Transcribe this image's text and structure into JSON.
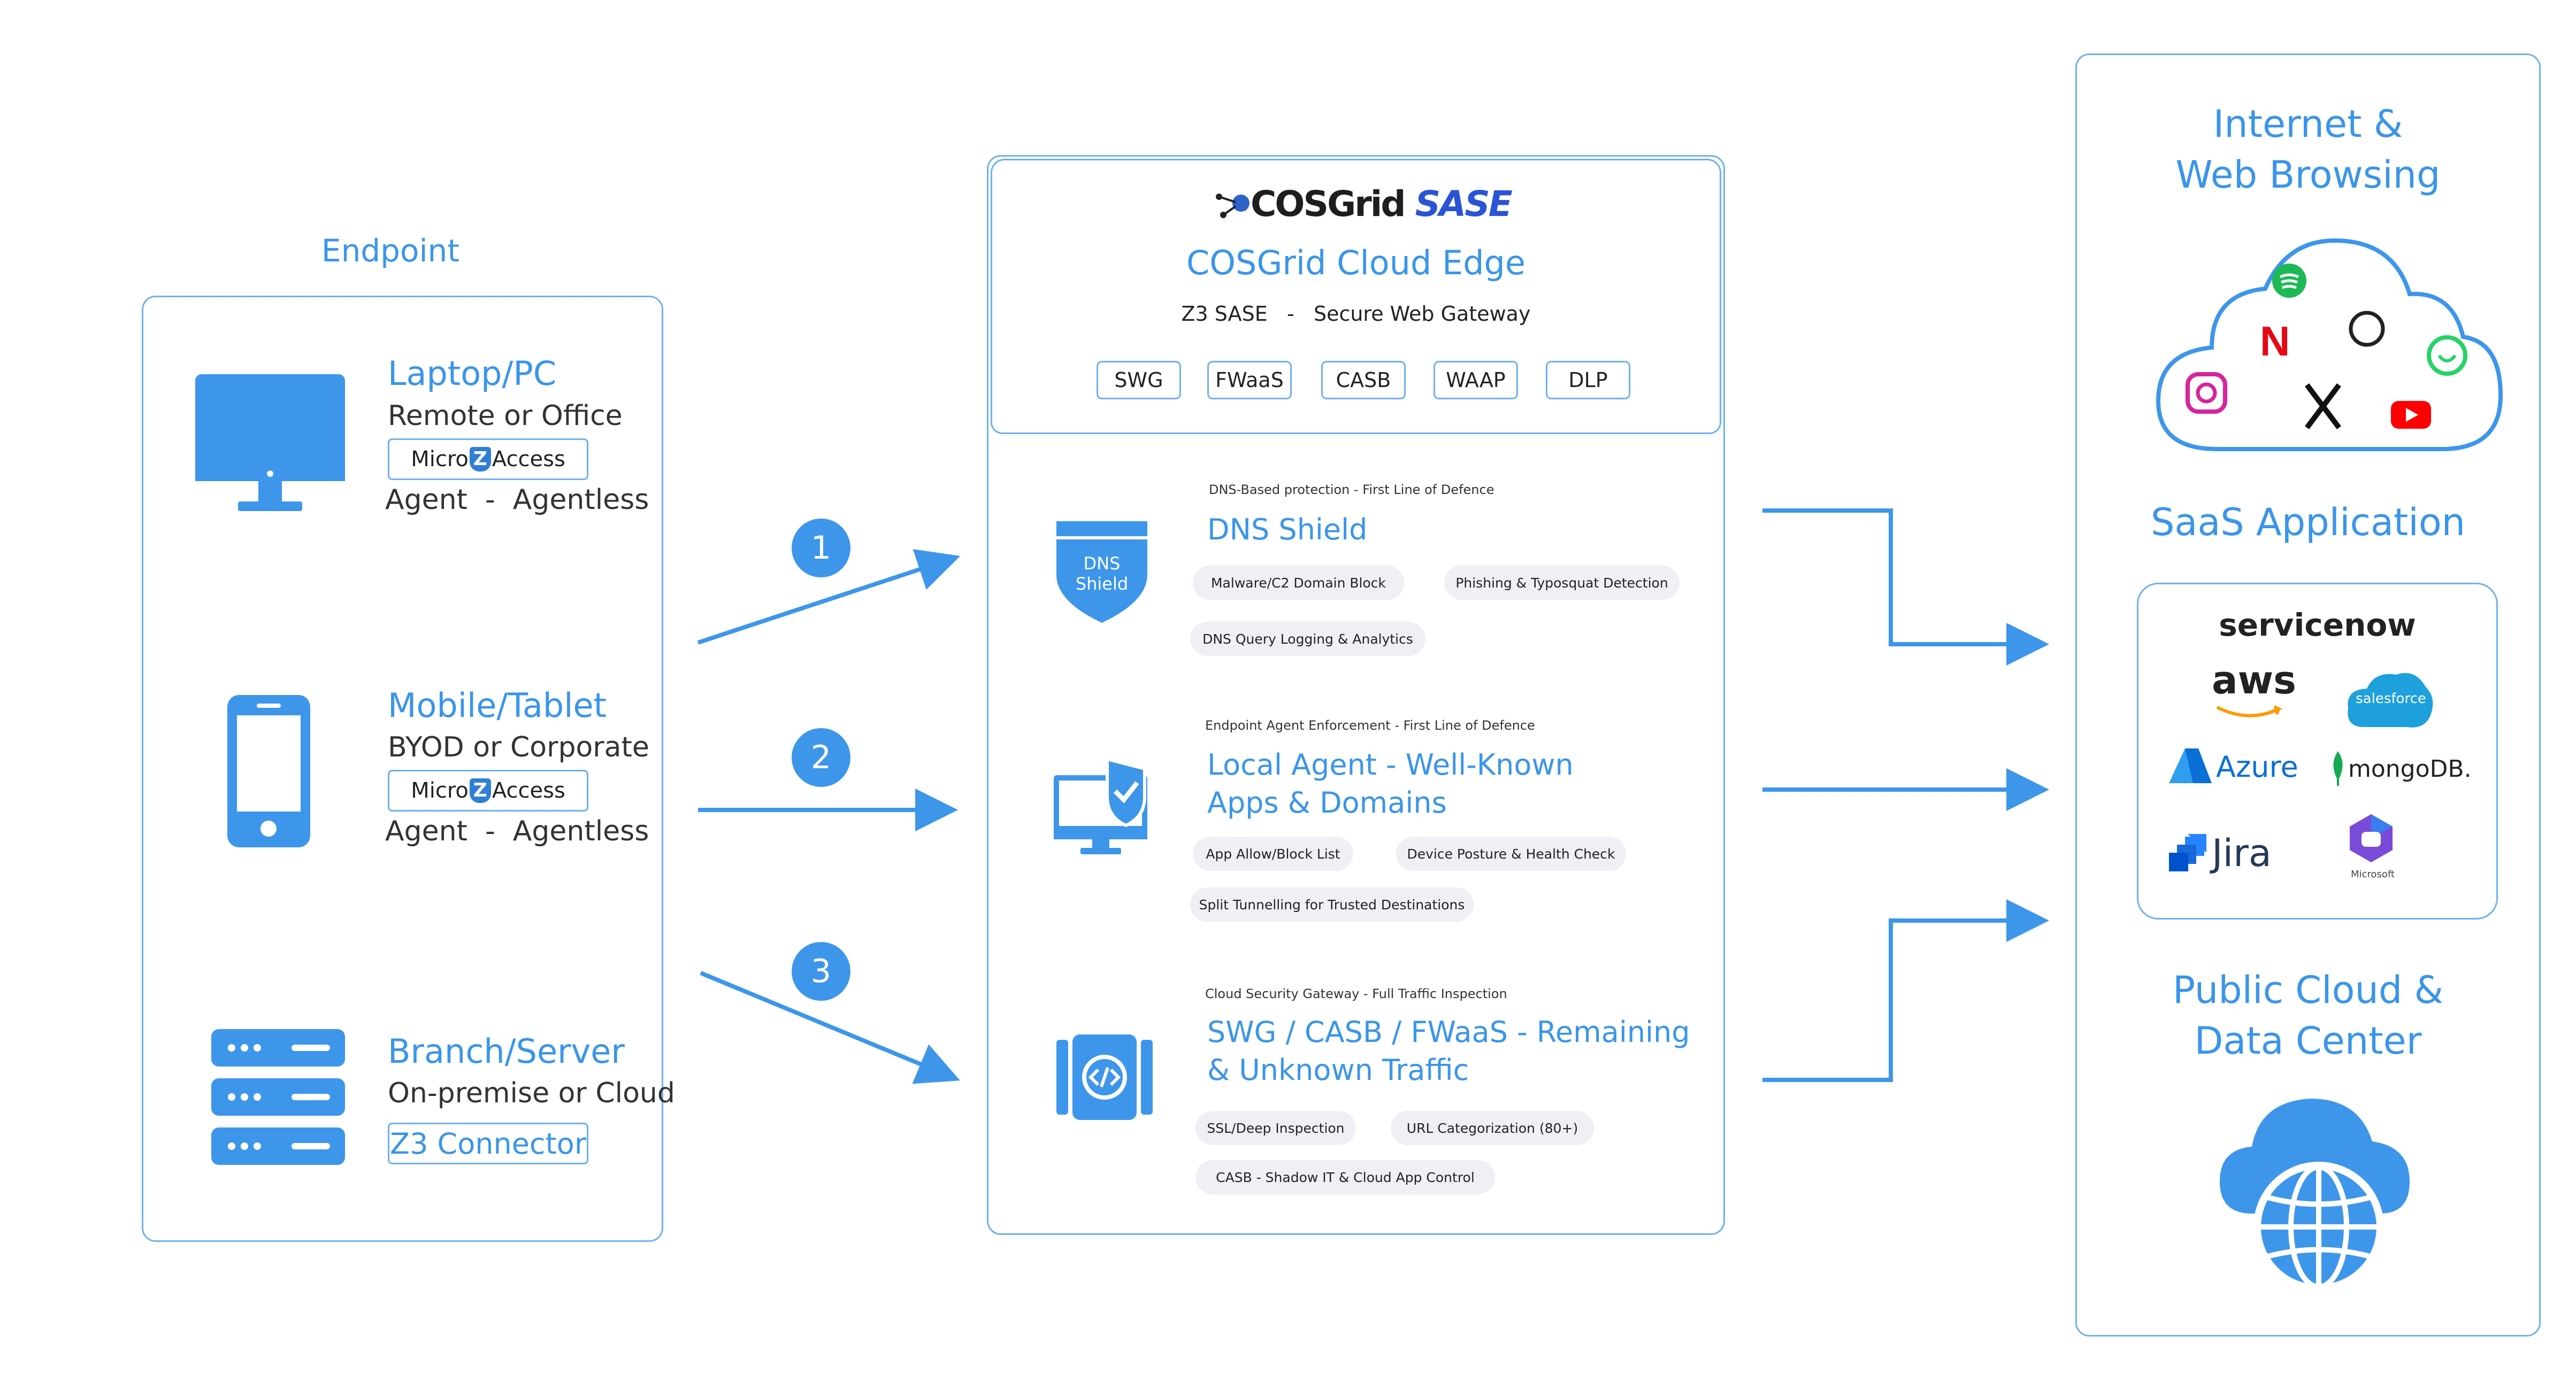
{
  "endpoint": {
    "title": "Endpoint",
    "devices": [
      {
        "title": "Laptop/PC",
        "subtitle": "Remote or Office",
        "badge_left": "Micro",
        "badge_z": "Z",
        "badge_right": "Access",
        "mode": "Agent  -  Agentless"
      },
      {
        "title": "Mobile/Tablet",
        "subtitle": "BYOD or Corporate",
        "badge_left": "Micro",
        "badge_z": "Z",
        "badge_right": "Access",
        "mode": "Agent  -  Agentless"
      },
      {
        "title": "Branch/Server",
        "subtitle": "On-premise or Cloud",
        "badge": "Z3 Connector"
      }
    ]
  },
  "flow_steps": [
    "1",
    "2",
    "3"
  ],
  "edge": {
    "logo_text": "COSGrid",
    "logo_sase": "SASE",
    "title": "COSGrid Cloud Edge",
    "subtitle": "Z3 SASE   -   Secure Web Gateway",
    "tags": [
      "SWG",
      "FWaaS",
      "CASB",
      "WAAP",
      "DLP"
    ],
    "sections": [
      {
        "caption": "DNS-Based protection - First Line of Defence",
        "icon_label": "DNS Shield",
        "title_line1": "DNS Shield",
        "pills": [
          "Malware/C2 Domain Block",
          "Phishing & Typosquat Detection",
          "DNS Query Logging & Analytics"
        ]
      },
      {
        "caption": "Endpoint Agent Enforcement  -  First Line of Defence",
        "title_line1": "Local Agent - Well-Known",
        "title_line2": "Apps & Domains",
        "pills": [
          "App Allow/Block List",
          "Device Posture & Health Check",
          "Split Tunnelling for Trusted Destinations"
        ]
      },
      {
        "caption": "Cloud Security Gateway  -  Full Traffic Inspection",
        "title_line1": "SWG / CASB / FWaaS - Remaining",
        "title_line2": "& Unknown Traffic",
        "pills": [
          "SSL/Deep Inspection",
          "URL Categorization (80+)",
          "CASB  -  Shadow IT & Cloud App Control"
        ]
      }
    ]
  },
  "destinations": {
    "internet_line1": "Internet &",
    "internet_line2": "Web Browsing",
    "saas_title": "SaaS Application",
    "saas_logos": {
      "servicenow": "servicenow",
      "aws": "aws",
      "salesforce": "salesforce",
      "azure": "Azure",
      "mongodb": "mongoDB.",
      "jira": "Jira",
      "microsoft": "Microsoft"
    },
    "cloud_line1": "Public Cloud &",
    "cloud_line2": "Data Center",
    "internet_icons": [
      "spotify-icon",
      "netflix-icon",
      "openai-icon",
      "whatsapp-icon",
      "instagram-icon",
      "x-icon",
      "youtube-icon"
    ]
  },
  "colors": {
    "accent": "#3a95ea",
    "border": "#6fb1ef",
    "pill": "#eef0f5"
  }
}
